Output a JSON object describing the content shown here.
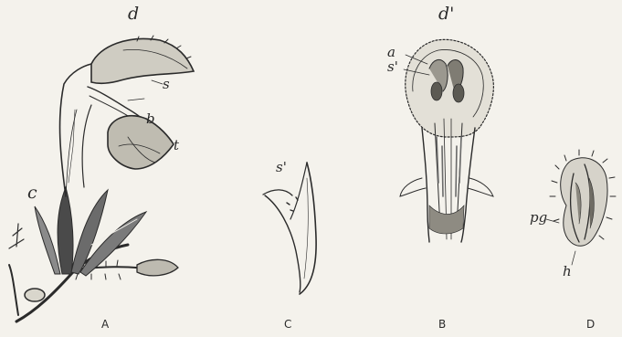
{
  "figure_labels": {
    "d": "d",
    "d_prime": "d'",
    "s": "s",
    "b": "b",
    "t": "t",
    "c": "c",
    "s_prime_C": "s'",
    "a": "a",
    "s_prime_B": "s'",
    "pg": "pg",
    "h": "h"
  },
  "panel_captions": {
    "A": "A",
    "C": "C",
    "B": "B",
    "D": "D"
  }
}
